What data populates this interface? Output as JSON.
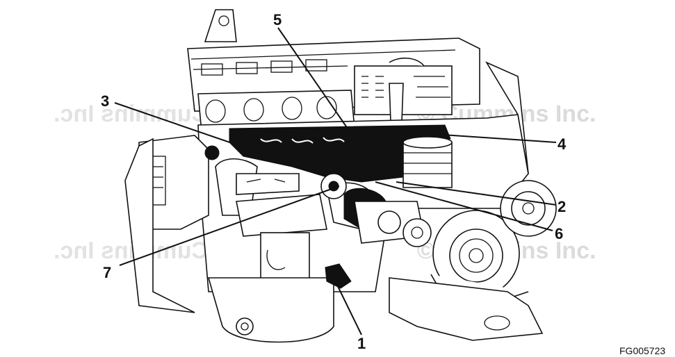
{
  "figure_code": "FG005723",
  "watermark": {
    "text": "© Cummins Inc.",
    "mirrored_text": "Cummins Inc."
  },
  "callouts": [
    {
      "id": "1",
      "label": "1"
    },
    {
      "id": "2",
      "label": "2"
    },
    {
      "id": "3",
      "label": "3"
    },
    {
      "id": "4",
      "label": "4"
    },
    {
      "id": "5",
      "label": "5"
    },
    {
      "id": "6",
      "label": "6"
    },
    {
      "id": "7",
      "label": "7"
    }
  ]
}
